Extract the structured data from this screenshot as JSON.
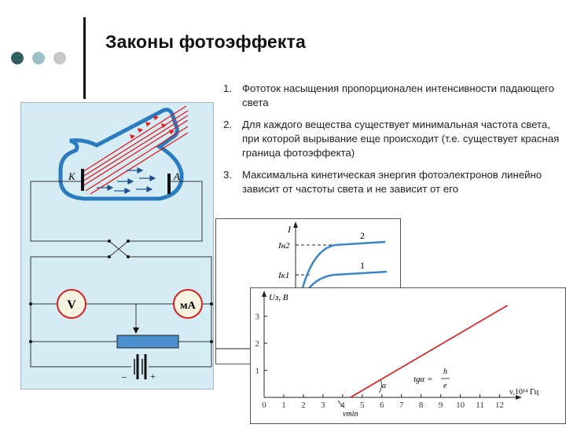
{
  "slide": {
    "title": "Законы фотоэффекта",
    "laws": [
      {
        "num": "1.",
        "text": "Фототок насыщения пропорционален интенсивности падающего света"
      },
      {
        "num": "2.",
        "text": "Для каждого вещества существует минимальная частота света, при которой вырывание еще происходит (т.е. существует красная граница фотоэффекта)"
      },
      {
        "num": "3.",
        "text": "Максимальна кинетическая энергия фотоэлектронов линейно зависит от частоты света и не зависит от его"
      }
    ]
  },
  "colors": {
    "dot1": "#2f5f5f",
    "dot2": "#9cbfcc",
    "dot3": "#c8c8c8",
    "panel": "#d6ecf5",
    "tube": "#2a7bbf",
    "beam": "#e01818",
    "curve": "#3a86c8"
  },
  "circuit": {
    "cathode_label": "K",
    "anode_label": "A",
    "voltmeter_label": "V",
    "ammeter_label": "мА",
    "minus_label": "–",
    "plus_label": "+"
  },
  "chart_data": [
    {
      "type": "line",
      "ylabel": "I",
      "series": [
        {
          "name": "2",
          "saturation_label": "Iн2"
        },
        {
          "name": "1",
          "saturation_label": "Iк1"
        }
      ]
    },
    {
      "type": "line",
      "ylabel": "Uз, В",
      "xlabel": "ν,10¹⁴ Гц",
      "x_ticks": [
        "0",
        "1",
        "2",
        "3",
        "4",
        "5",
        "6",
        "7",
        "8",
        "9",
        "10",
        "11",
        "12"
      ],
      "y_ticks": [
        "1",
        "2",
        "3"
      ],
      "xlim": [
        0,
        12.5
      ],
      "ylim": [
        0,
        3.6
      ],
      "series": [
        {
          "x": [
            4.4,
            12.4
          ],
          "y": [
            0,
            3.4
          ]
        }
      ],
      "annotations": {
        "alpha": "α",
        "slope": "tgα =",
        "h": "h",
        "e": "e",
        "nu_min": "νmin"
      }
    }
  ]
}
